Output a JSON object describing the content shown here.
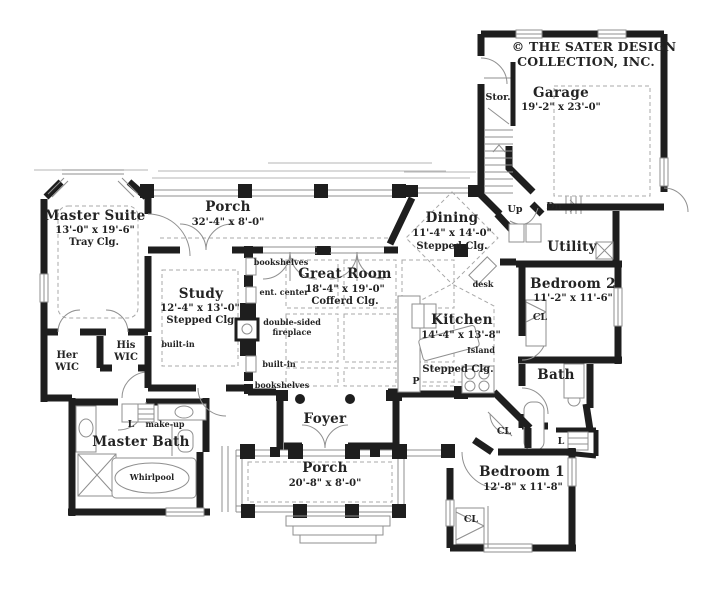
{
  "branding": {
    "copyright_line1": "© THE SATER DESIGN",
    "copyright_line2": "COLLECTION, INC."
  },
  "rooms": {
    "garage": {
      "name": "Garage",
      "dims": "19'-2\" x 23'-0\""
    },
    "storage": {
      "name": "Stor."
    },
    "utility": {
      "name": "Utility"
    },
    "dining": {
      "name": "Dining",
      "dims": "11'-4\" x 14'-0\"",
      "ceiling": "Stepped Clg."
    },
    "bedroom2": {
      "name": "Bedroom 2",
      "dims": "11'-2\" x 11'-6\""
    },
    "bath": {
      "name": "Bath"
    },
    "bedroom1": {
      "name": "Bedroom 1",
      "dims": "12'-8\" x 11'-8\""
    },
    "kitchen": {
      "name": "Kitchen",
      "dims": "14'-4\" x 13'-8\"",
      "ceiling": "Stepped Clg."
    },
    "great_room": {
      "name": "Great Room",
      "dims": "18'-4\" x 19'-0\"",
      "ceiling": "Cofferd Clg."
    },
    "study": {
      "name": "Study",
      "dims": "12'-4\" x 13'-0\"",
      "ceiling": "Stepped Clg."
    },
    "porch_rear": {
      "name": "Porch",
      "dims": "32'-4\" x 8'-0\""
    },
    "master_suite": {
      "name": "Master Suite",
      "dims": "13'-0\" x 19'-6\"",
      "ceiling": "Tray Clg."
    },
    "her_wic": {
      "line1": "Her",
      "line2": "WIC"
    },
    "his_wic": {
      "line1": "His",
      "line2": "WIC"
    },
    "master_bath": {
      "name": "Master Bath"
    },
    "foyer": {
      "name": "Foyer"
    },
    "porch_front": {
      "name": "Porch",
      "dims": "20'-8\" x 8'-0\""
    }
  },
  "annotations": {
    "up": "Up",
    "dn": "Dn",
    "desk": "desk",
    "island": "Island",
    "pantry": "P",
    "whirlpool": "Whirlpool",
    "linen_master": "L",
    "makeup": "make-up",
    "linen_bath": "L",
    "bookshelves_top": "bookshelves",
    "ent_center": "ent. center",
    "fireplace_line1": "double-sided",
    "fireplace_line2": "fireplace",
    "built_in_great": "built-in",
    "bookshelves_bottom": "bookshelves",
    "built_in_study": "built-in",
    "cl_bedroom2": "CL",
    "cl_hall": "CL",
    "cl_bedroom1": "CL"
  },
  "colors": {
    "wall": "#1e1e1e",
    "thin_line": "#8f8f8f",
    "dashed_line": "#a8a8a8",
    "text": "#232323",
    "background": "#ffffff"
  }
}
